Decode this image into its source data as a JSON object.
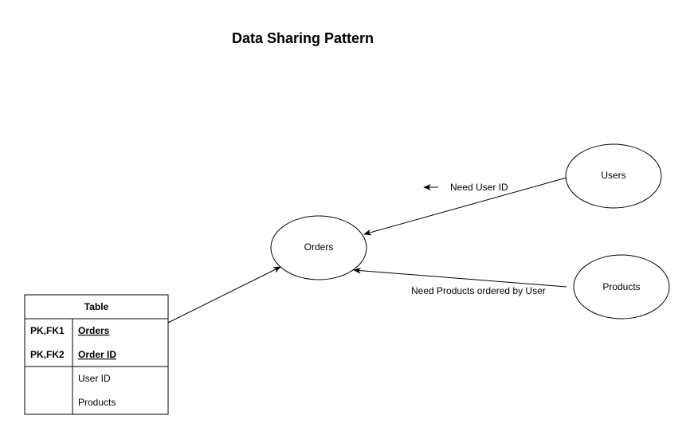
{
  "diagram": {
    "title": "Data Sharing Pattern",
    "nodes": {
      "orders": "Orders",
      "users": "Users",
      "products": "Products"
    },
    "edges": {
      "users_to_orders": "Need User ID",
      "products_to_orders": "Need Products ordered by User"
    },
    "table": {
      "header": "Table",
      "key_rows": [
        {
          "key": "PK,FK1",
          "field": "Orders"
        },
        {
          "key": "PK,FK2",
          "field": "Order ID"
        }
      ],
      "fields": [
        "User ID",
        "Products"
      ]
    }
  },
  "colors": {
    "stroke": "#000000",
    "background": "#ffffff"
  }
}
